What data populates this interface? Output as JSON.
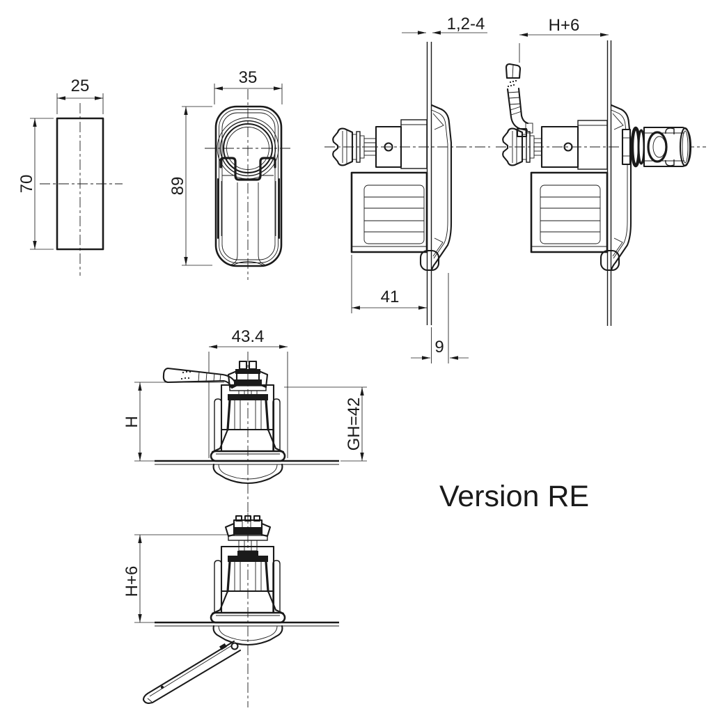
{
  "ink": "#1a1a1a",
  "background": "#ffffff",
  "caption": "Version RE",
  "views": {
    "gasket": {
      "width": "25",
      "height": "70"
    },
    "front": {
      "width": "35",
      "height": "89"
    },
    "side": {
      "panel_thickness": "1,2-4",
      "depth_behind_panel": "41",
      "front_protrusion": "9"
    },
    "side_locked": {
      "grip_clearance": "H+6"
    },
    "rear_closed": {
      "width": "43.4",
      "grip_height": "H",
      "total_grip_height": "GH=42"
    },
    "rear_open": {
      "grip_clearance": "H+6"
    }
  }
}
